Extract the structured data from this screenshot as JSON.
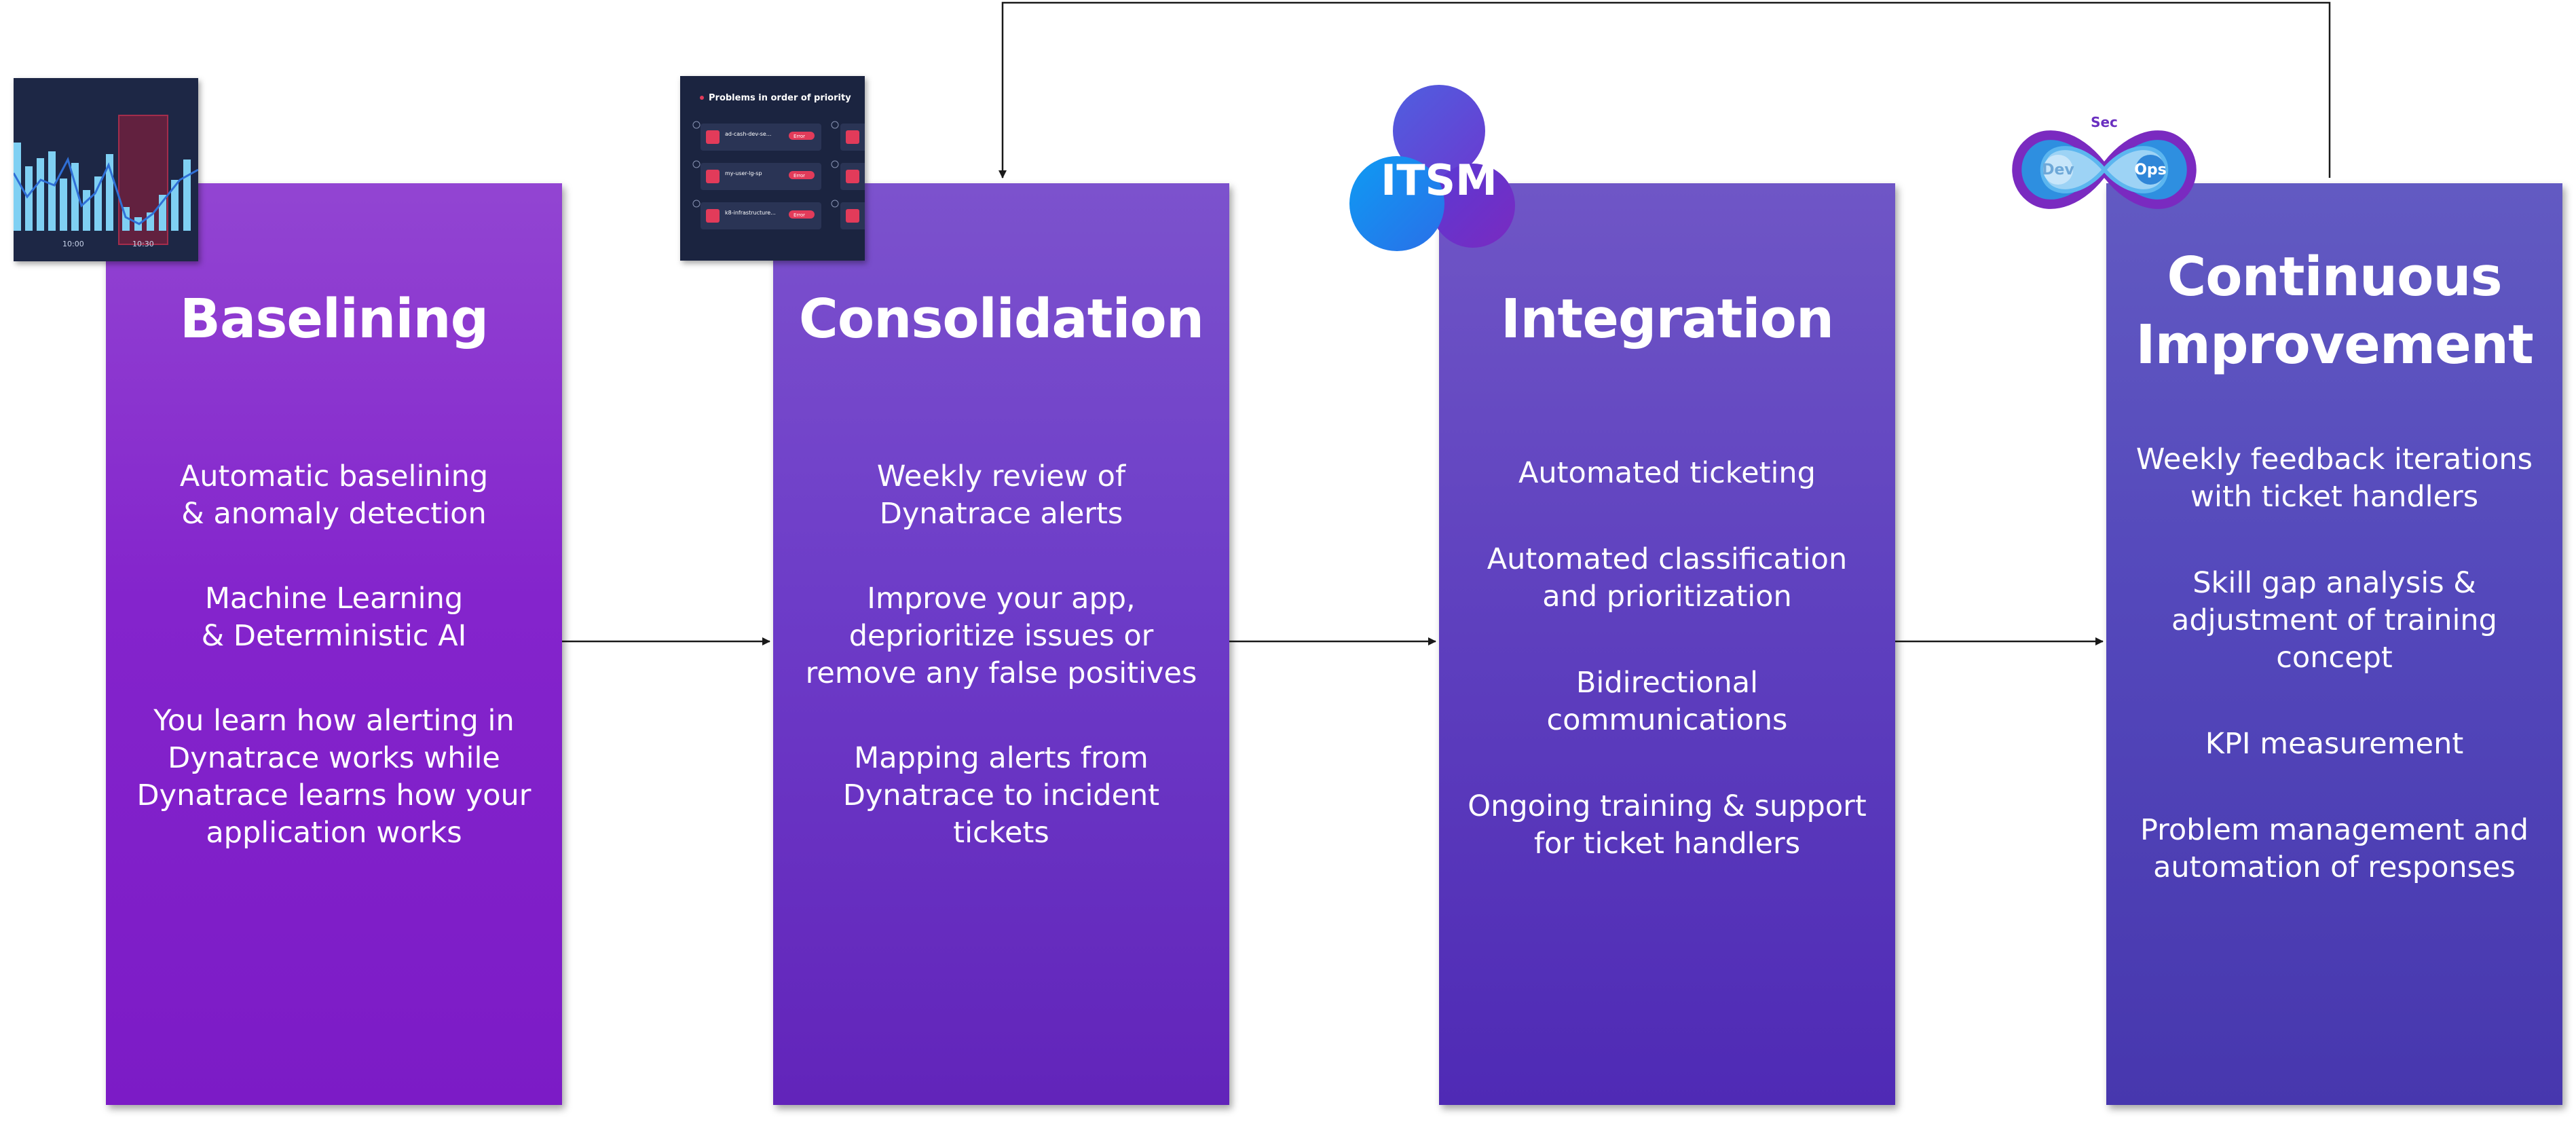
{
  "cards": [
    {
      "title": "Baselining",
      "bullets": [
        "Automatic baselining\n& anomaly detection",
        "Machine Learning\n& Deterministic AI",
        "You learn how alerting in\nDynatrace works while\nDynatrace learns how your\napplication works"
      ]
    },
    {
      "title": "Consolidation",
      "bullets": [
        "Weekly review of\nDynatrace alerts",
        "Improve your app,\ndeprioritize issues or\nremove any false positives",
        "Mapping alerts from\nDynatrace to incident\ntickets"
      ]
    },
    {
      "title": "Integration",
      "bullets": [
        "Automated ticketing",
        "Automated classification\nand prioritization",
        "Bidirectional\ncommunications",
        "Ongoing training & support\nfor ticket handlers"
      ]
    },
    {
      "title": "Continuous\nImprovement",
      "bullets": [
        "Weekly feedback iterations\nwith ticket handlers",
        "Skill gap analysis &\nadjustment of training\nconcept",
        "KPI measurement",
        "Problem management and\nautomation of responses"
      ]
    }
  ],
  "thumbnails": {
    "chart": {
      "tick_labels": [
        "10:00",
        "10:30"
      ]
    },
    "problems": {
      "title": "Problems in order of priority",
      "rows": [
        {
          "name": "ad-cash-dev-se...",
          "badge": "Error"
        },
        {
          "name": "my-user-lg-sp",
          "badge": "Error"
        },
        {
          "name": "k8-infrastructure...",
          "badge": "Error"
        }
      ]
    }
  },
  "logos": {
    "itsm": "ITSM",
    "devsecops": {
      "sec": "Sec",
      "dev": "Dev",
      "ops": "Ops"
    }
  },
  "colors": {
    "card1": "#8424cc",
    "card2": "#6d3cc8",
    "card3": "#5f41bf",
    "card4": "#5448bb",
    "arrow": "#1a1a1a"
  }
}
